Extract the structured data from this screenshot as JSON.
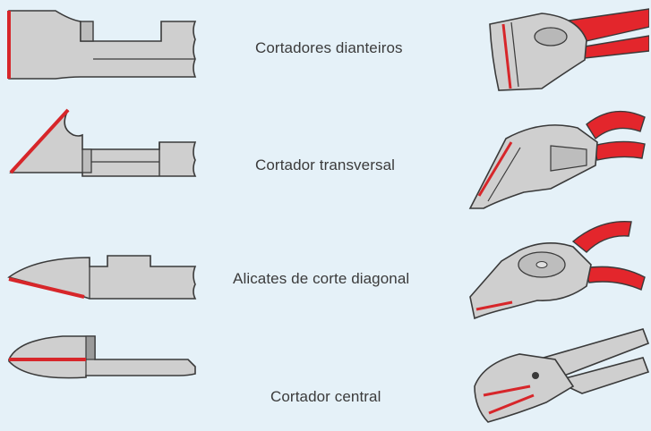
{
  "cutters": [
    {
      "id": "front",
      "label": "Cortadores dianteiros"
    },
    {
      "id": "cross",
      "label": "Cortador transversal"
    },
    {
      "id": "diagonal",
      "label": "Alicates de corte diagonal"
    },
    {
      "id": "center",
      "label": "Cortador central"
    }
  ],
  "colors": {
    "background": "#e5f1f8",
    "steel": "#cfcfcf",
    "steel_dark": "#9a9a9a",
    "outline": "#3a3a3a",
    "edge_red": "#d7262a",
    "handle_red": "#e3262c",
    "text": "#3b3b3b"
  }
}
